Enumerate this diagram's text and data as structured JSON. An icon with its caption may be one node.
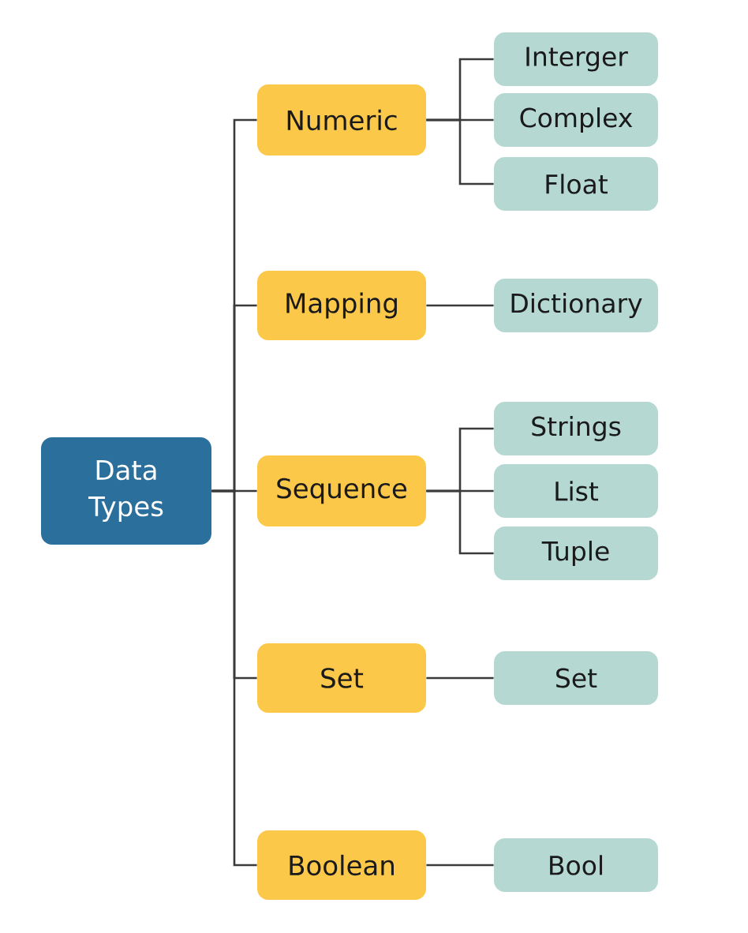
{
  "diagram": {
    "nodes": [
      {
        "text": [
          "Data Types"
        ]
      },
      {
        "text": [
          "Numeric"
        ]
      },
      {
        "text": [
          "Mapping"
        ]
      },
      {
        "text": [
          "Sequence"
        ]
      },
      {
        "text": [
          "Set"
        ]
      },
      {
        "text": [
          "Boolean"
        ]
      },
      {
        "text": [
          "Interger"
        ]
      },
      {
        "text": [
          "Complex"
        ]
      },
      {
        "text": [
          "Float"
        ]
      },
      {
        "text": [
          "Dictionary"
        ]
      },
      {
        "text": [
          "Strings"
        ]
      },
      {
        "text": [
          "List"
        ]
      },
      {
        "text": [
          "Tuple"
        ]
      },
      {
        "text": [
          "Set"
        ]
      },
      {
        "text": [
          "Bool"
        ]
      }
    ],
    "edges": [
      {
        "from": 0,
        "to": 1,
        "arrow": "none"
      },
      {
        "from": 0,
        "to": 2,
        "arrow": "none"
      },
      {
        "from": 0,
        "to": 3,
        "arrow": "none"
      },
      {
        "from": 0,
        "to": 4,
        "arrow": "none"
      },
      {
        "from": 0,
        "to": 5,
        "arrow": "none"
      },
      {
        "from": 1,
        "to": 6,
        "arrow": "none"
      },
      {
        "from": 1,
        "to": 7,
        "arrow": "none"
      },
      {
        "from": 1,
        "to": 8,
        "arrow": "none"
      },
      {
        "from": 2,
        "to": 9,
        "arrow": "none"
      },
      {
        "from": 3,
        "to": 10,
        "arrow": "none"
      },
      {
        "from": 3,
        "to": 11,
        "arrow": "none"
      },
      {
        "from": 3,
        "to": 12,
        "arrow": "none"
      },
      {
        "from": 4,
        "to": 13,
        "arrow": "none"
      },
      {
        "from": 5,
        "to": 14,
        "arrow": "none"
      }
    ]
  }
}
